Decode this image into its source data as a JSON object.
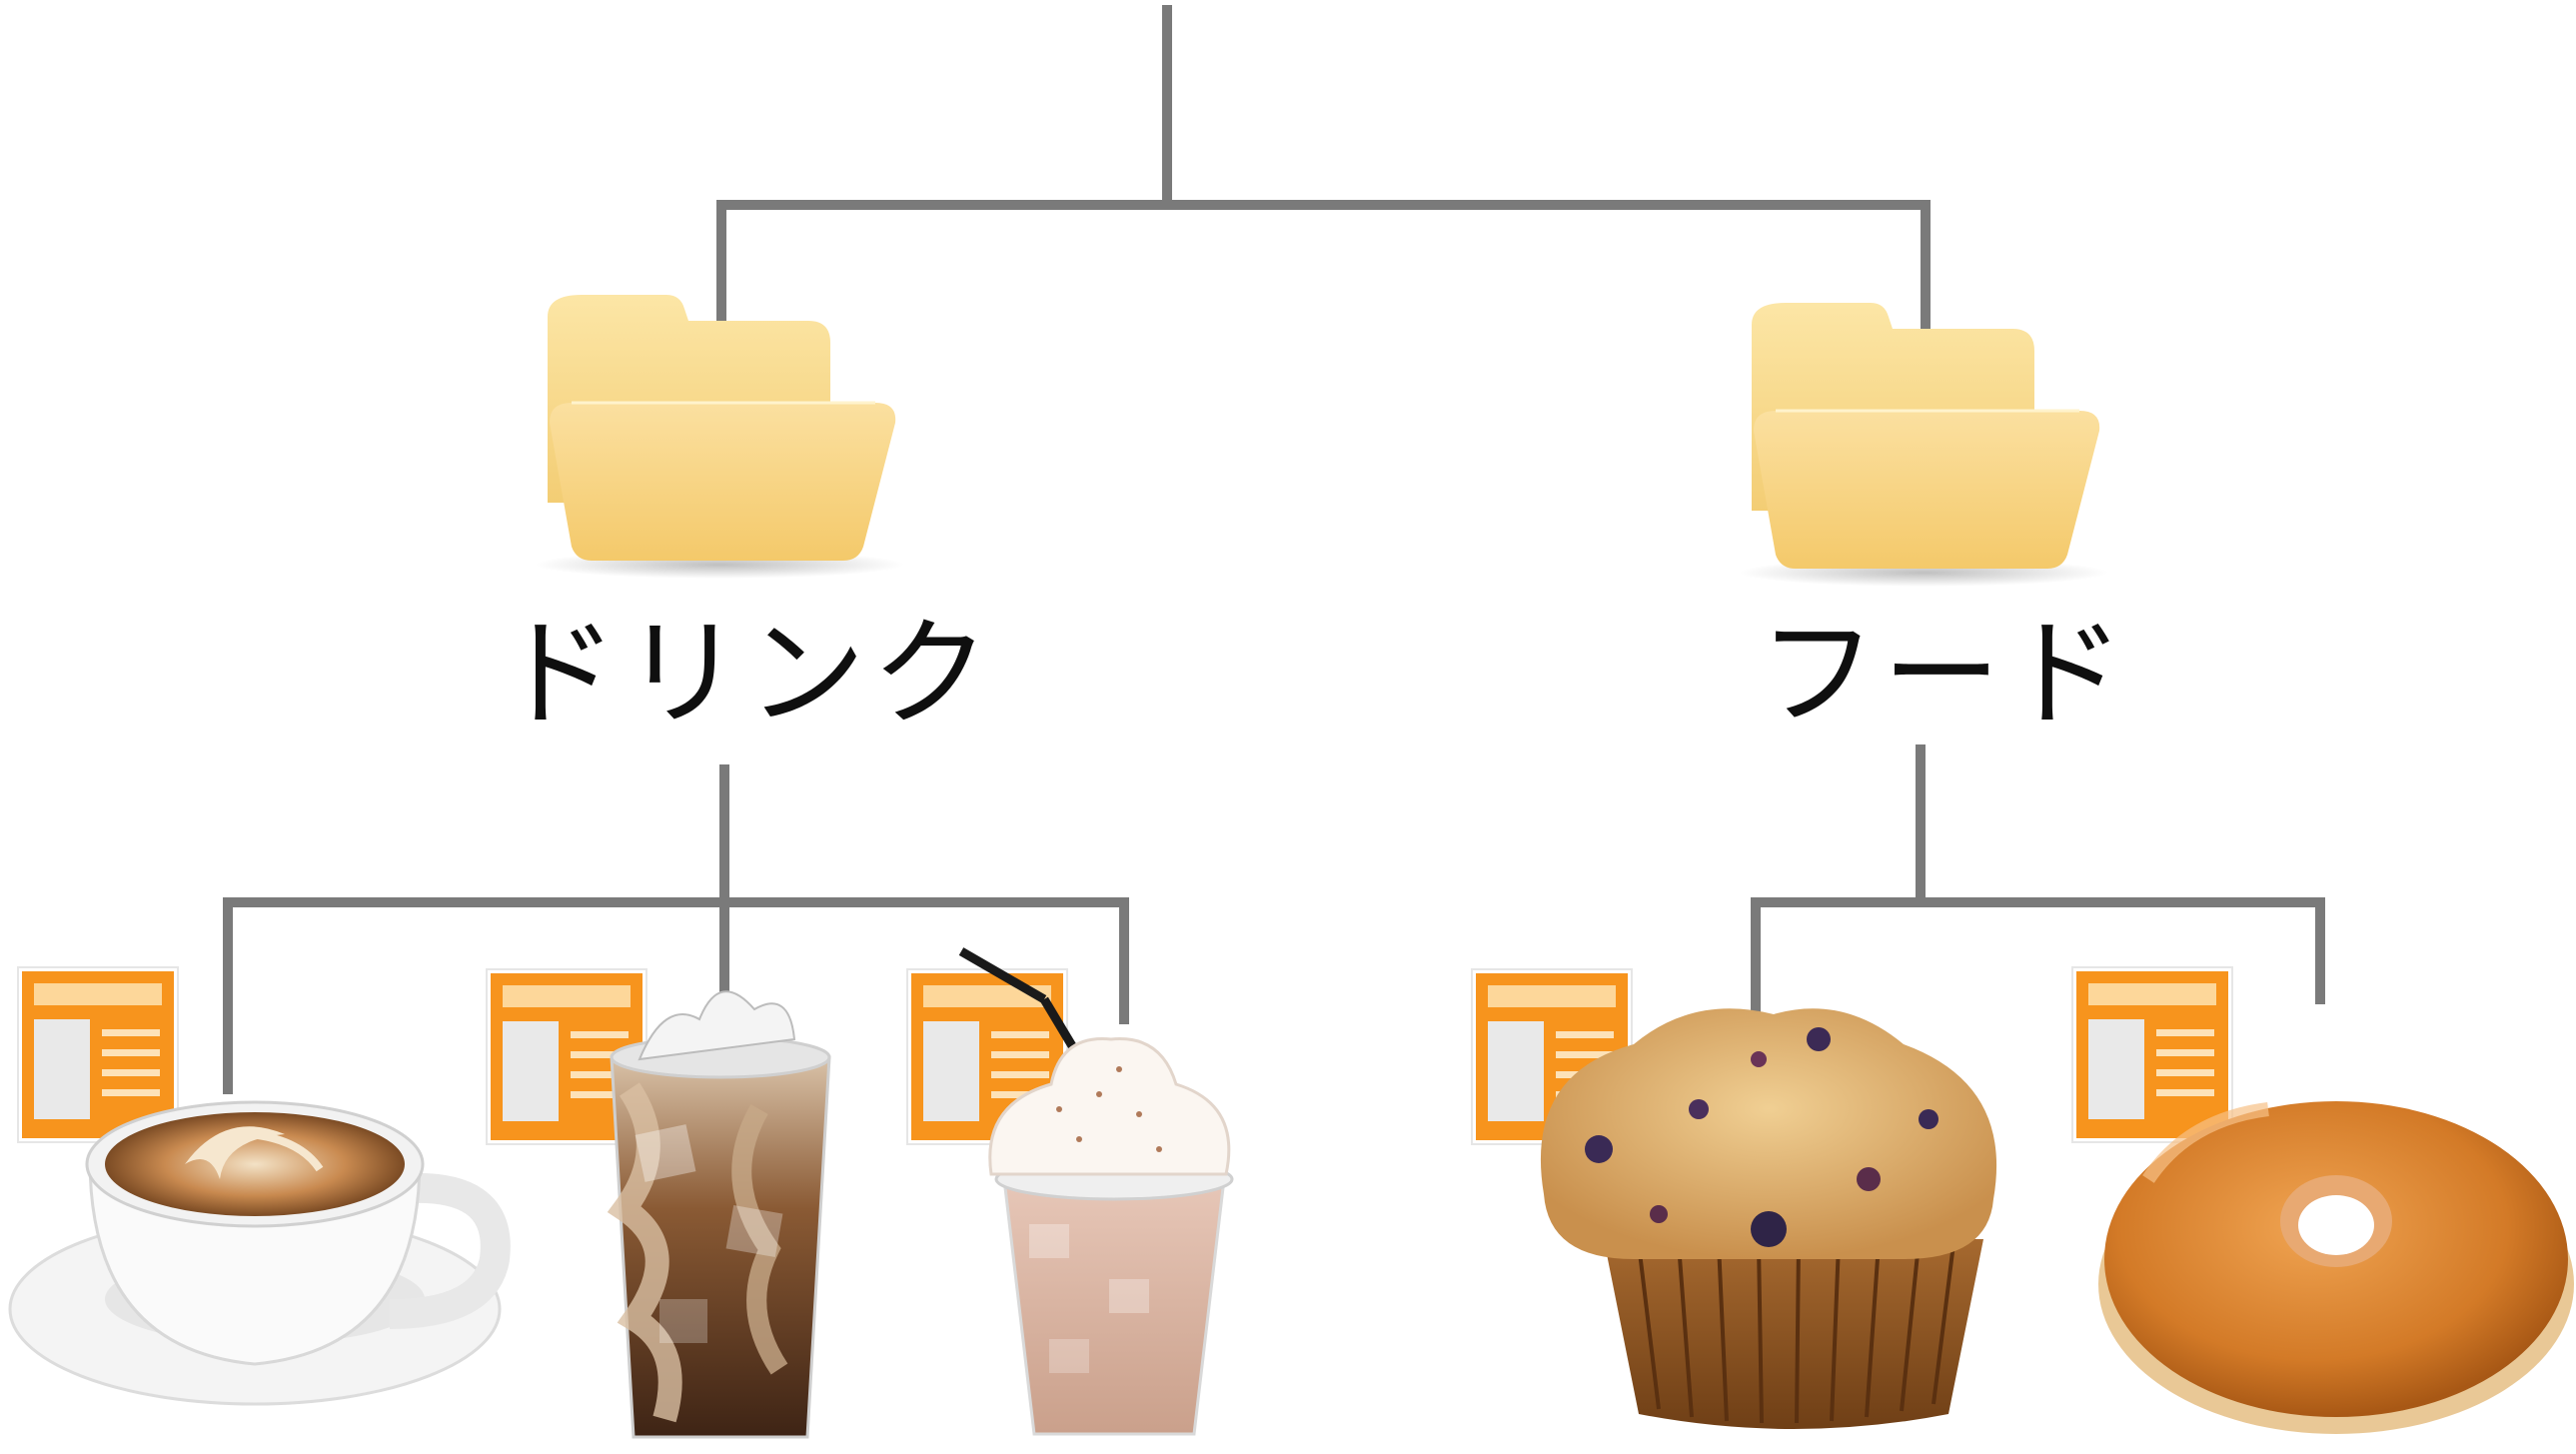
{
  "tree": {
    "categories": [
      {
        "label": "ドリンク",
        "icon": "folder-open-icon",
        "items": [
          {
            "icon": "document-icon",
            "image": "latte-cup"
          },
          {
            "icon": "document-icon",
            "image": "iced-coffee-glass"
          },
          {
            "icon": "document-icon",
            "image": "frappe-cup-with-whipped-cream"
          }
        ]
      },
      {
        "label": "フード",
        "icon": "folder-open-icon",
        "items": [
          {
            "icon": "document-icon",
            "image": "blueberry-muffin"
          },
          {
            "icon": "document-icon",
            "image": "glazed-donut"
          }
        ]
      }
    ]
  },
  "colors": {
    "connector": "#7a7a7a",
    "folder_light": "#fbe3a0",
    "folder_dark": "#f3cd74",
    "document_orange": "#f7941d",
    "document_header": "#fdd79a",
    "document_panel": "#e9e9e9",
    "label_text": "#0f0f0f"
  }
}
